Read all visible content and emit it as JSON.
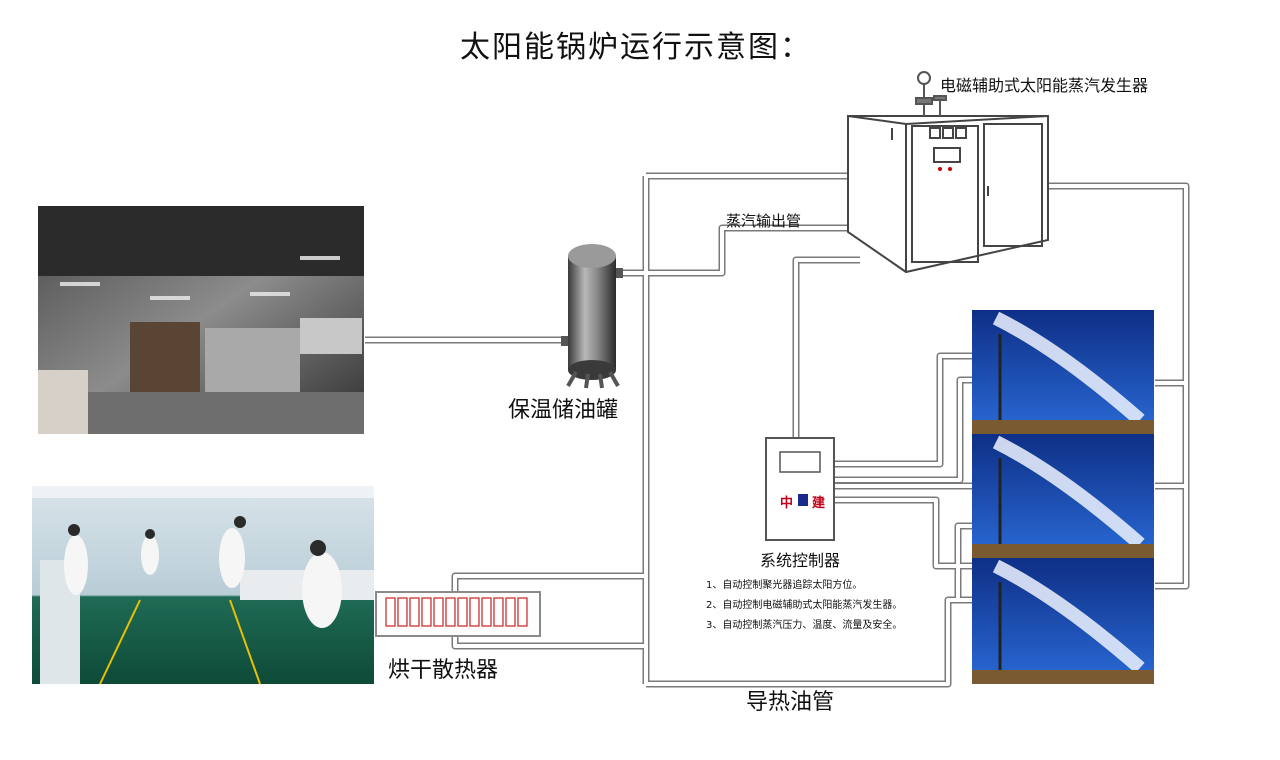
{
  "title": "太阳能锅炉运行示意图：",
  "labels": {
    "steam_generator": "电磁辅助式太阳能蒸汽发生器",
    "steam_pipe": "蒸汽输出管",
    "storage_tank": "保温储油罐",
    "controller": "系统控制器",
    "dryer": "烘干散热器",
    "oil_pipe": "导热油管",
    "controller_brand_left": "中",
    "controller_brand_right": "建"
  },
  "controller_notes": [
    "1、自动控制聚光器追踪太阳方位。",
    "2、自动控制电磁辅助式太阳能蒸汽发生器。",
    "3、自动控制蒸汽压力、温度、流量及安全。"
  ],
  "colors": {
    "pipe_fill": "#ffffff",
    "pipe_stroke": "#7a7a7a",
    "generator_stroke": "#444444",
    "sky_blue": "#1d4fb0",
    "brand_red": "#c0001a"
  },
  "icons": [
    "pressure-gauge-icon",
    "kitchen-photo",
    "laboratory-photo",
    "solar-collector-photo"
  ]
}
